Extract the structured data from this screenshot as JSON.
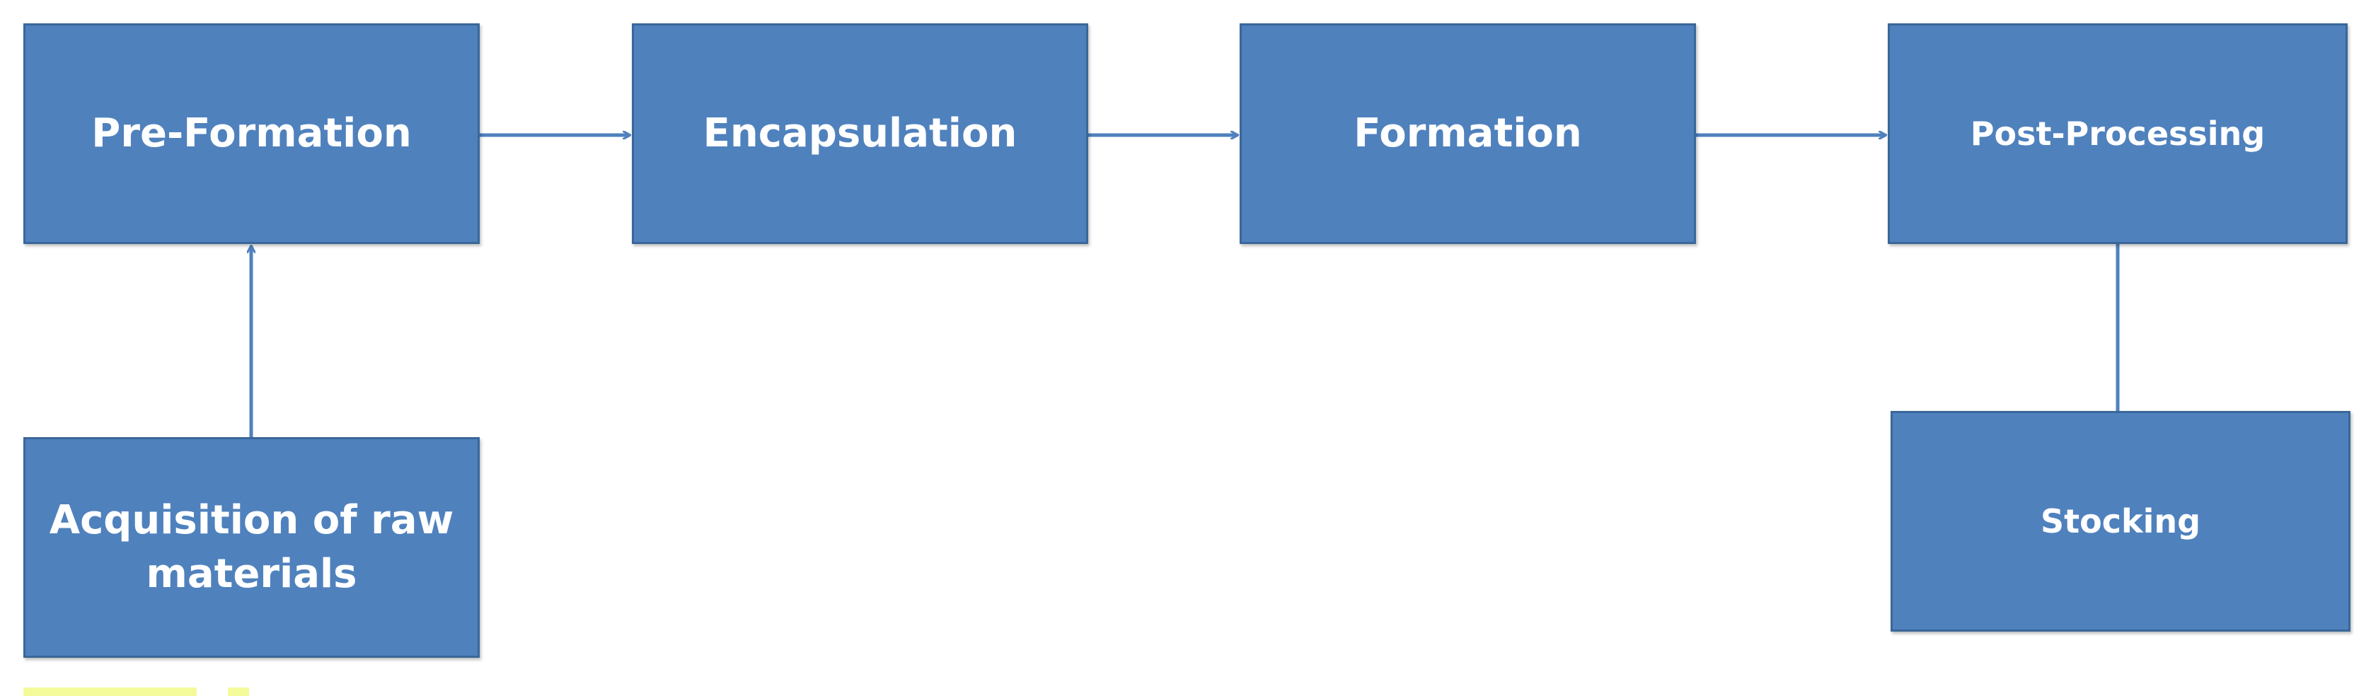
{
  "diagram": {
    "nodes": [
      {
        "id": "preformation",
        "label": "Pre-Formation"
      },
      {
        "id": "encapsulation",
        "label": "Encapsulation"
      },
      {
        "id": "formation",
        "label": "Formation"
      },
      {
        "id": "postprocessing",
        "label": "Post-Processing"
      },
      {
        "id": "acquisition",
        "label": "Acquisition of raw materials"
      },
      {
        "id": "stocking",
        "label": "Stocking"
      }
    ],
    "edges": [
      {
        "from": "acquisition",
        "to": "preformation",
        "arrow": true
      },
      {
        "from": "preformation",
        "to": "encapsulation",
        "arrow": true
      },
      {
        "from": "encapsulation",
        "to": "formation",
        "arrow": true
      },
      {
        "from": "formation",
        "to": "postprocessing",
        "arrow": true
      },
      {
        "from": "postprocessing",
        "to": "stocking",
        "arrow": false
      }
    ]
  },
  "colors": {
    "node_fill": "#4f81bd",
    "node_border": "#3a6799",
    "node_text": "#ffffff",
    "connector": "#4f81bd",
    "highlight": "#f4fb9a"
  }
}
